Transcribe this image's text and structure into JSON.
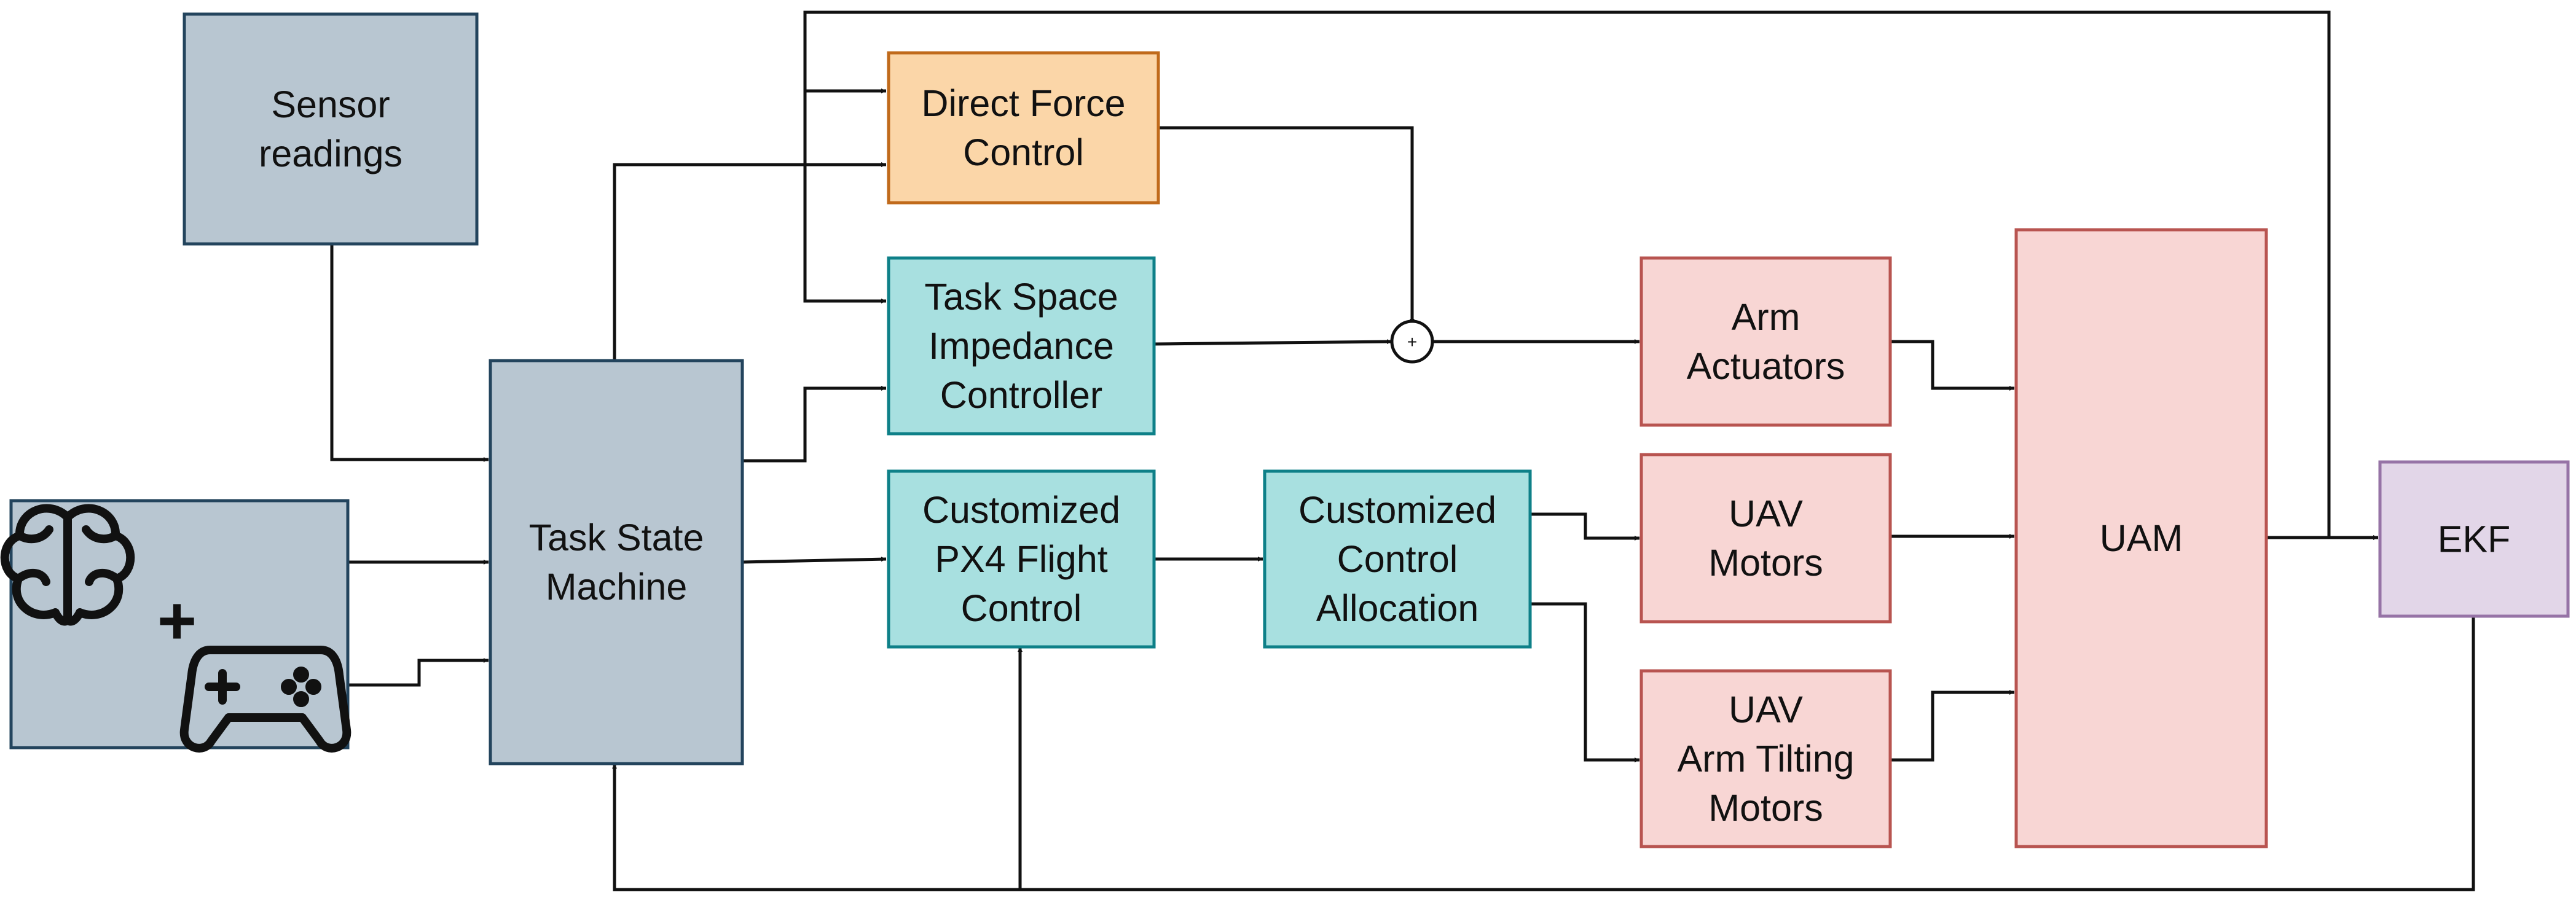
{
  "colors": {
    "gray": {
      "fill": "#b8c6d1",
      "stroke": "#23445d"
    },
    "orange": {
      "fill": "#fbd6a8",
      "stroke": "#c06a1b"
    },
    "teal": {
      "fill": "#a8e0e0",
      "stroke": "#0e8088"
    },
    "red": {
      "fill": "#f8d6d4",
      "stroke": "#b85450"
    },
    "purple": {
      "fill": "#e2d6e8",
      "stroke": "#9673a6"
    },
    "line": "#111111"
  },
  "blocks": {
    "sensor": {
      "lines": [
        "Sensor",
        "readings"
      ]
    },
    "input": {
      "plus": "+",
      "brain_icon": "brain-icon",
      "gamepad_icon": "gamepad-icon"
    },
    "tsm": {
      "lines": [
        "Task State",
        "Machine"
      ]
    },
    "dfc": {
      "lines": [
        "Direct Force",
        "Control"
      ]
    },
    "tsic": {
      "lines": [
        "Task Space",
        "Impedance",
        "Controller"
      ]
    },
    "px4": {
      "lines": [
        "Customized",
        "PX4 Flight",
        "Control"
      ]
    },
    "cca": {
      "lines": [
        "Customized",
        "Control",
        "Allocation"
      ]
    },
    "arm": {
      "lines": [
        "Arm",
        "Actuators"
      ]
    },
    "uavm": {
      "lines": [
        "UAV",
        "Motors"
      ]
    },
    "tilt": {
      "lines": [
        "UAV",
        "Arm Tilting",
        "Motors"
      ]
    },
    "uam": {
      "lines": [
        "UAM"
      ]
    },
    "ekf": {
      "lines": [
        "EKF"
      ]
    }
  },
  "sum_junction": {
    "symbol": "+"
  }
}
